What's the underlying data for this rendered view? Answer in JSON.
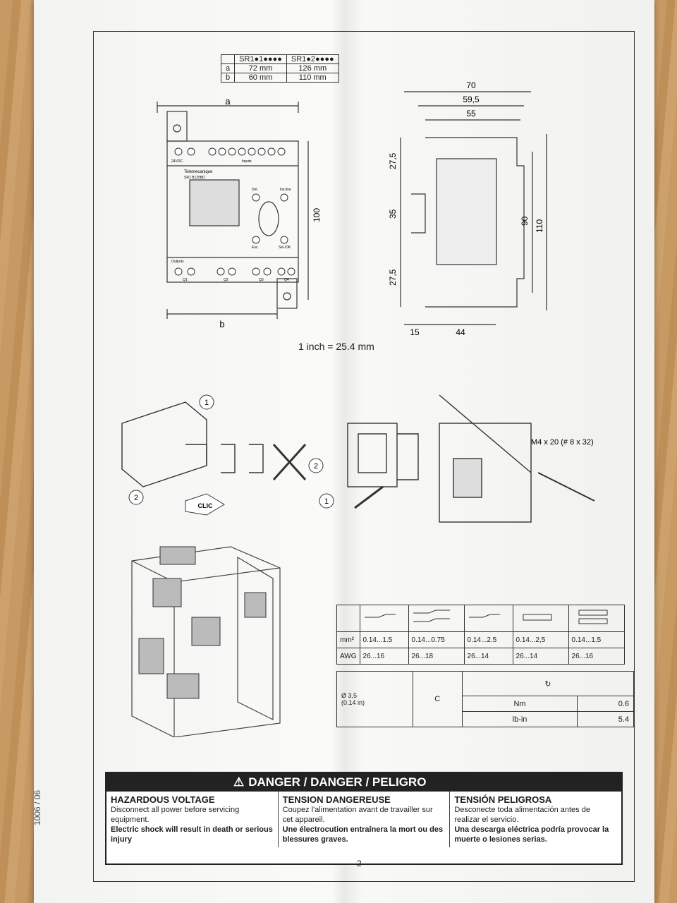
{
  "dimension_table": {
    "headers": [
      "",
      "SR1●1●●●●",
      "SR1●2●●●●"
    ],
    "rows": [
      {
        "key": "a",
        "v1": "72 mm",
        "v2": "126 mm"
      },
      {
        "key": "b",
        "v1": "60 mm",
        "v2": "110 mm"
      }
    ]
  },
  "front_view": {
    "dim_a": "a",
    "dim_b": "b",
    "dim_height": "100",
    "brand": "Telemecanique",
    "model": "SR1 B125BD",
    "supply": "24VDC",
    "inputs": "Inputs",
    "outputs": "Outputs",
    "keys": [
      "Del.",
      "Ins.line",
      "Esc.",
      "Sel./OK"
    ],
    "terminals": [
      "Q1",
      "Q2",
      "Q3",
      "Q4"
    ]
  },
  "side_view": {
    "top_dims": [
      "70",
      "59,5",
      "55"
    ],
    "left_dims": [
      "27,5",
      "35",
      "27,5"
    ],
    "right_dims": [
      "90",
      "110"
    ],
    "bottom_dims": [
      "15",
      "44"
    ]
  },
  "conversion_note": "1 inch = 25.4 mm",
  "mounting": {
    "steps": [
      "1",
      "2"
    ],
    "clic": "CLIC",
    "screw_spec": "M4 x 20 (# 8 x 32)"
  },
  "wire_table": {
    "rows": [
      {
        "label": "mm²",
        "values": [
          "0.14...1.5",
          "0.14...0.75",
          "0.14...2.5",
          "0.14...2,5",
          "0.14...1.5"
        ]
      },
      {
        "label": "AWG",
        "values": [
          "26...16",
          "26...18",
          "26...14",
          "26...14",
          "26...16"
        ]
      }
    ]
  },
  "torque_table": {
    "screwdriver": "Ø 3,5\n(0.14 in)",
    "c_label": "C",
    "units": [
      {
        "unit": "Nm",
        "value": "0.6"
      },
      {
        "unit": "lb-in",
        "value": "5.4"
      }
    ]
  },
  "danger": {
    "title": "DANGER / DANGER / PELIGRO",
    "columns": [
      {
        "heading": "HAZARDOUS VOLTAGE",
        "body": "Disconnect all power before servicing equipment.",
        "bold": "Electric shock will result in death or serious injury"
      },
      {
        "heading": "TENSION DANGEREUSE",
        "body": "Coupez l'alimentation avant de travailler sur cet appareil.",
        "bold": "Une électrocution entraînera la mort ou des blessures graves."
      },
      {
        "heading": "TENSIÓN PELIGROSA",
        "body": "Desconecte toda alimentación antes de realizar el servicio.",
        "bold": "Una descarga eléctrica podría provocar la muerte o lesiones serias."
      }
    ]
  },
  "page_number": "2",
  "side_code": "1006 / 06"
}
